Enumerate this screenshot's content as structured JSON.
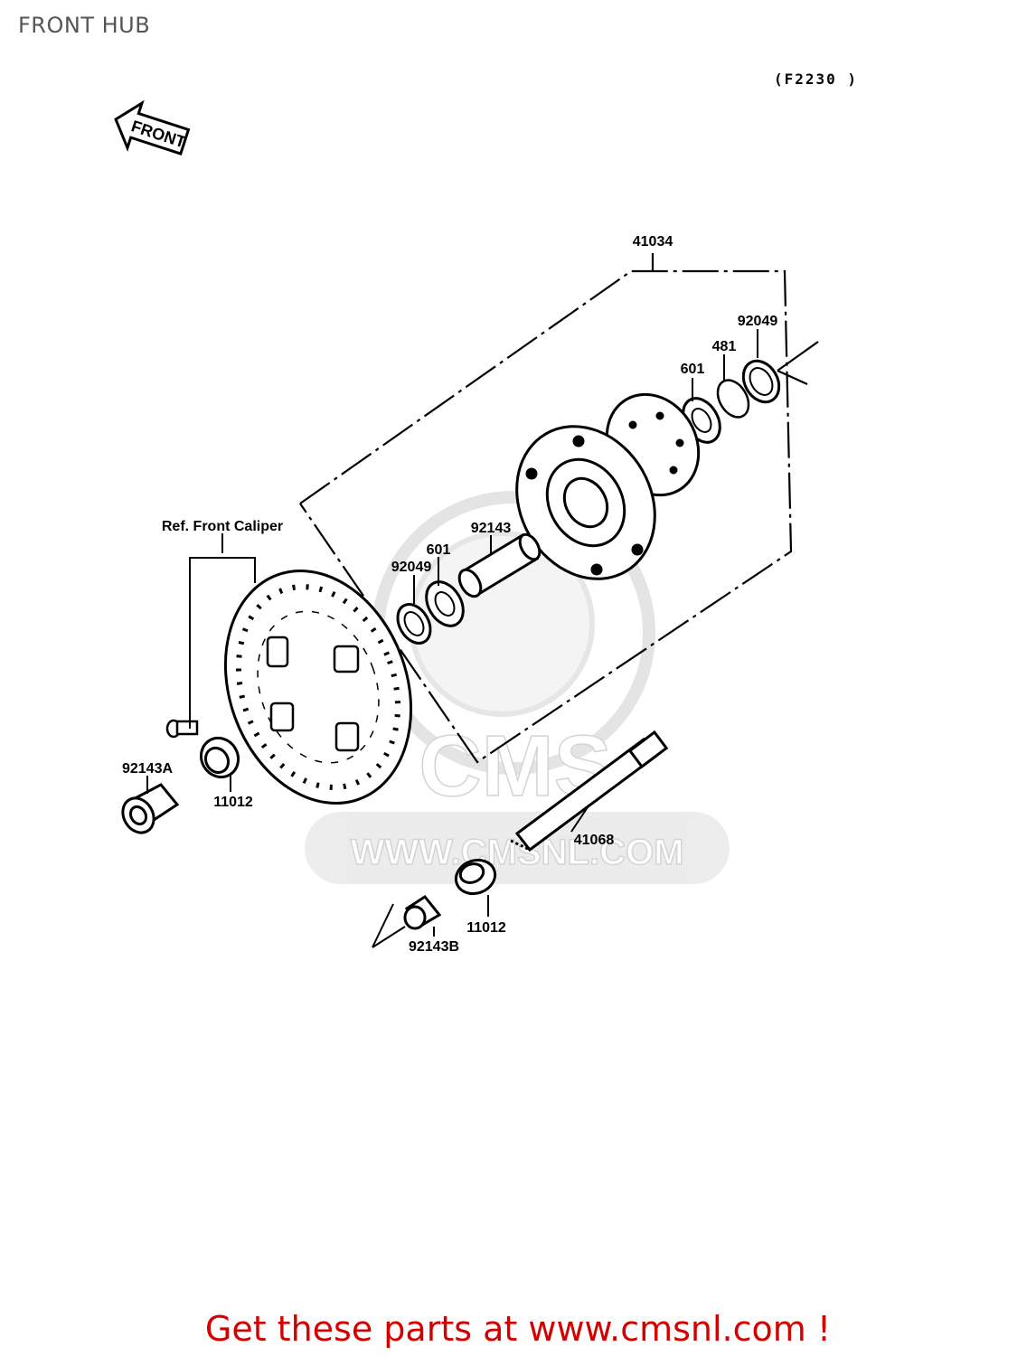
{
  "page": {
    "title": "FRONT HUB",
    "diagram_code": "(F2230 )",
    "front_arrow": "FRONT",
    "promo_text": "Get these parts at www.cmsnl.com !"
  },
  "watermark": {
    "logo": "CMS",
    "url": "WWW.CMSNL.COM"
  },
  "parts": {
    "p41034": "41034",
    "p92049_right": "92049",
    "p481": "481",
    "p601_right": "601",
    "p92143": "92143",
    "p601_left": "601",
    "p92049_left": "92049",
    "ref_caliper": "Ref. Front Caliper",
    "p92143A": "92143A",
    "p11012_left": "11012",
    "p41068": "41068",
    "p11012_bottom": "11012",
    "p92143B": "92143B"
  }
}
